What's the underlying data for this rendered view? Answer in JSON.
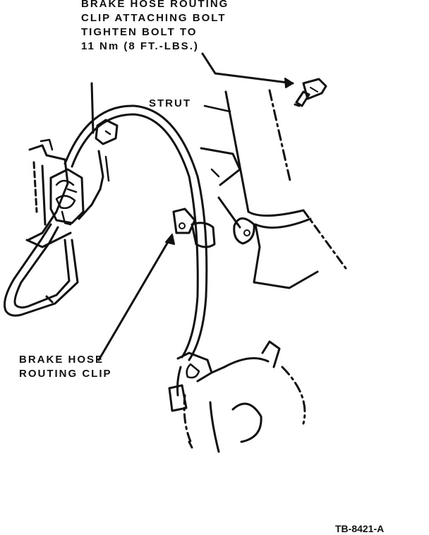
{
  "callouts": {
    "bolt": {
      "lines": [
        "BRAKE HOSE ROUTING",
        "CLIP ATTACHING BOLT",
        "TIGHTEN BOLT TO",
        "11 Nm (8 FT.-LBS.)"
      ]
    },
    "strut": "STRUT",
    "clip": {
      "lines": [
        "BRAKE HOSE",
        "ROUTING CLIP"
      ]
    }
  },
  "figure_id": "TB-8421-A",
  "colors": {
    "ink": "#111111",
    "paper": "#ffffff"
  }
}
